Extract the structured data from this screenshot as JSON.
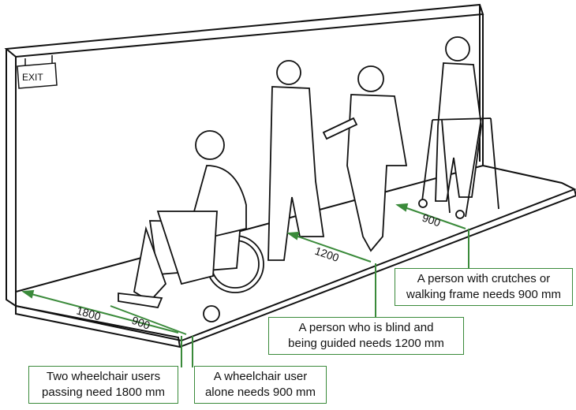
{
  "exit_sign": "EXIT",
  "dimensions": {
    "wheelchair_pair": "1800",
    "wheelchair_single": "900",
    "guided": "1200",
    "walking_frame": "900"
  },
  "captions": {
    "two_wheelchairs": [
      "Two wheelchair users",
      "passing need 1800 mm"
    ],
    "one_wheelchair": [
      "A wheelchair user",
      "alone needs 900 mm"
    ],
    "guided": [
      "A person who is blind and",
      "being guided needs 1200 mm"
    ],
    "walking_frame": [
      "A person with crutches or",
      "walking frame needs 900 mm"
    ]
  },
  "colors": {
    "accent": "#3a8a3a",
    "ink": "#111111"
  }
}
